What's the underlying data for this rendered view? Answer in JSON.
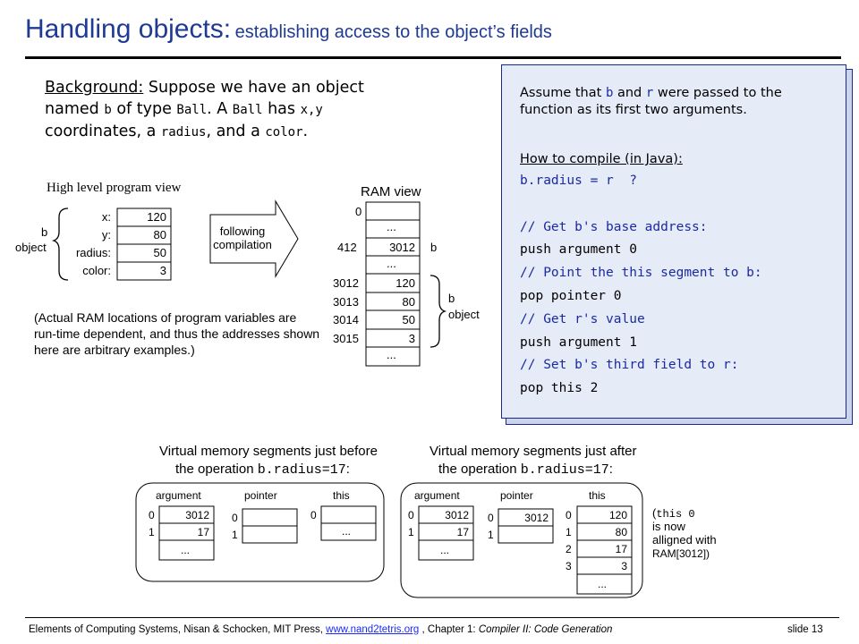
{
  "title": {
    "main": "Handling objects:",
    "sub": "establishing access to the object’s fields"
  },
  "background": {
    "label": "Background:",
    "t1": " Suppose we have an object named ",
    "v_b": "b",
    "t2": " of type ",
    "v_ball": "Ball",
    "t3": ". A ",
    "v_ball2": "Ball",
    "t4": " has ",
    "v_xy": "x,y",
    "t5": " coordinates, a ",
    "v_radius": "radius",
    "t6": ", and a ",
    "v_color": "color",
    "t7": "."
  },
  "high_level": {
    "caption": "High level program view",
    "b_label": "b",
    "object_label": "object",
    "fields": [
      {
        "name": "x:",
        "value": "120"
      },
      {
        "name": "y:",
        "value": "80"
      },
      {
        "name": "radius:",
        "value": "50"
      },
      {
        "name": "color:",
        "value": "3"
      }
    ],
    "arrow_line1": "following",
    "arrow_line2": "compilation",
    "note_line1": "(Actual RAM locations of program variables are",
    "note_line2": "run-time dependent, and thus the addresses shown",
    "note_line3": "here are arbitrary examples.)"
  },
  "ram": {
    "caption": "RAM view",
    "addr0": "0",
    "dots": "...",
    "addr412": "412",
    "val412": "3012",
    "b_label": "b",
    "rows": [
      {
        "addr": "3012",
        "value": "120"
      },
      {
        "addr": "3013",
        "value": "80"
      },
      {
        "addr": "3014",
        "value": "50"
      },
      {
        "addr": "3015",
        "value": "3"
      }
    ],
    "obj_b": "b",
    "obj_label": "object"
  },
  "codebox": {
    "assume_a": "Assume that ",
    "assume_b": "b",
    "assume_c": " and ",
    "assume_r": "r",
    "assume_d": " were passed to the function as its first two arguments.",
    "how": "How to compile (in Java):",
    "lines": [
      "b.radius = r  ?",
      "",
      "// Get b's base address:",
      "push argument 0",
      "// Point the this segment to b:",
      "pop pointer 0",
      "// Get r's value",
      "push argument 1",
      "// Set b's third field to r:",
      "pop this 2"
    ]
  },
  "before": {
    "cap1": "Virtual memory segments just before",
    "cap2a": "the operation ",
    "cap2b": "b.radius=17",
    "cap2c": ":",
    "seg_argument": "argument",
    "seg_pointer": "pointer",
    "seg_this": "this",
    "arg_vals": [
      "3012",
      "17"
    ],
    "idx0": "0",
    "idx1": "1",
    "dots": "..."
  },
  "after": {
    "cap1": "Virtual memory segments just after",
    "cap2a": "the operation ",
    "cap2b": "b.radius=17",
    "cap2c": ":",
    "seg_argument": "argument",
    "seg_pointer": "pointer",
    "seg_this": "this",
    "arg_vals": [
      "3012",
      "17"
    ],
    "ptr_val": "3012",
    "this_vals": [
      "120",
      "80",
      "17",
      "3"
    ],
    "idx": [
      "0",
      "1",
      "2",
      "3"
    ],
    "dots": "..."
  },
  "side_note": {
    "l1a": "(",
    "l1b": "this 0",
    "l2": "is now",
    "l3": "alligned with",
    "l4": "RAM[3012])"
  },
  "footer": {
    "text1": "Elements of Computing Systems, Nisan & Schocken, MIT Press, ",
    "link": "www.nand2tetris.org",
    "text2": " , Chapter 1: ",
    "chapter": "Compiler II: Code Generation",
    "slide": "slide 13"
  }
}
